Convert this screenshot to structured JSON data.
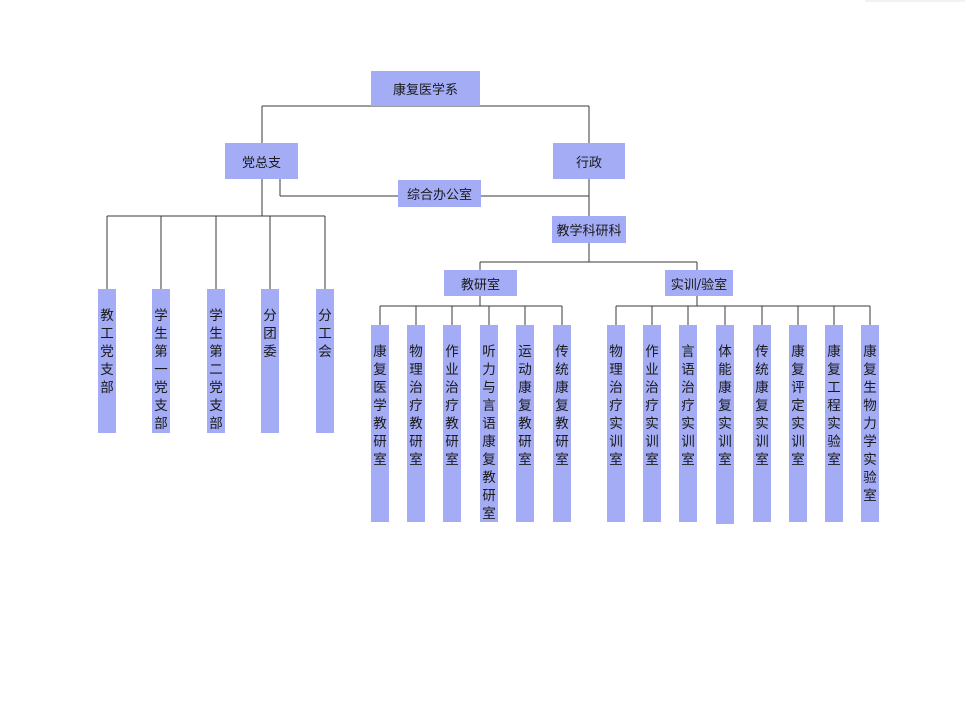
{
  "root": "康复医学系",
  "party": "党总支",
  "admin": "行政",
  "office": "综合办公室",
  "teaching_research": "教学科研科",
  "party_branches": [
    "教工党支部",
    "学生第一党支部",
    "学生第二党支部",
    "分团委",
    "分工会"
  ],
  "teaching_office": "教研室",
  "training_lab": "实训/验室",
  "teaching_sections": [
    "康复医学教研室",
    "物理治疗教研室",
    "作业治疗教研室",
    "听力与言语康复教研室",
    "运动康复教研室",
    "传统康复教研室"
  ],
  "training_rooms": [
    "物理治疗实训室",
    "作业治疗实训室",
    "言语治疗实训室",
    "体能康复实训室",
    "传统康复实训室",
    "康复评定实训室",
    "康复工程实验室",
    "康复生物力学实验室"
  ]
}
